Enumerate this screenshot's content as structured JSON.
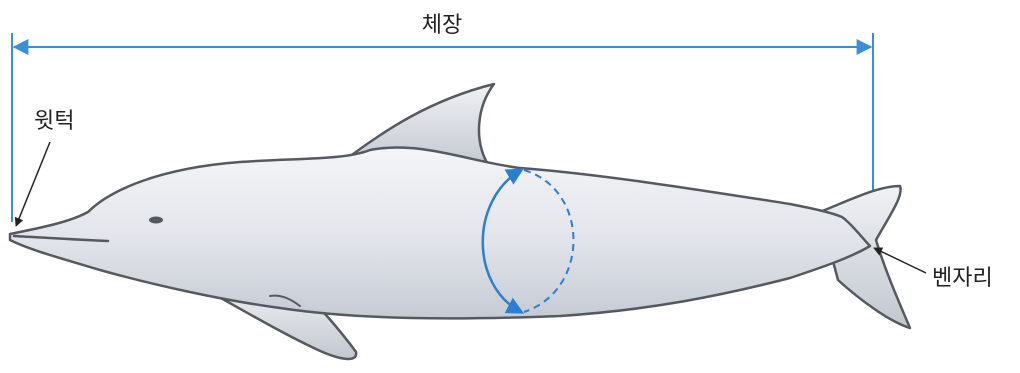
{
  "labels": {
    "body_length": "체장",
    "upper_jaw": "윗턱",
    "tail_notch": "벤자리"
  },
  "colors": {
    "measure_line": "#3a8fd6",
    "girth_arc": "#2a7fd0",
    "dolphin_outline": "#555a60",
    "dolphin_fill_light": "#f4f5f8",
    "dolphin_fill_dark": "#c6cbd3",
    "pointer": "#222222"
  },
  "icons": {
    "dolphin": "dolphin-illustration"
  }
}
